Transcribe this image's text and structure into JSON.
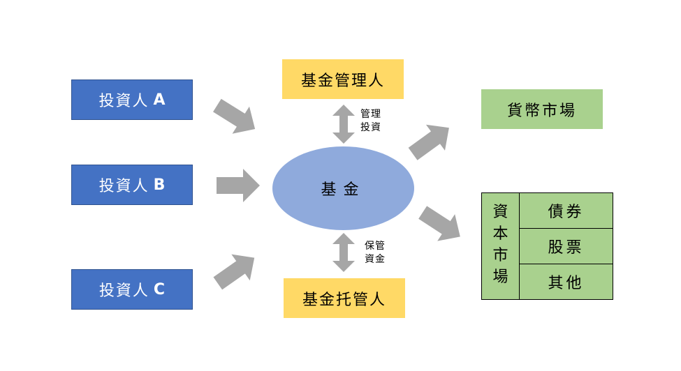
{
  "investors": [
    {
      "label_cjk": "投資人",
      "label_latin": "A"
    },
    {
      "label_cjk": "投資人",
      "label_latin": "B"
    },
    {
      "label_cjk": "投資人",
      "label_latin": "C"
    }
  ],
  "fund": {
    "label": "基金"
  },
  "manager": {
    "label": "基金管理人",
    "relation": [
      "管理",
      "投資"
    ]
  },
  "custodian": {
    "label": "基金托管人",
    "relation": [
      "保管",
      "資金"
    ]
  },
  "money_market": {
    "label": "貨幣市場"
  },
  "capital_market": {
    "label_chars": [
      "資",
      "本",
      "市",
      "場"
    ],
    "items": [
      "債券",
      "股票",
      "其他"
    ]
  },
  "colors": {
    "investor": "#4472c4",
    "fund": "#8faadc",
    "manager": "#ffd966",
    "market": "#a9d18e",
    "arrow": "#a6a6a6"
  }
}
